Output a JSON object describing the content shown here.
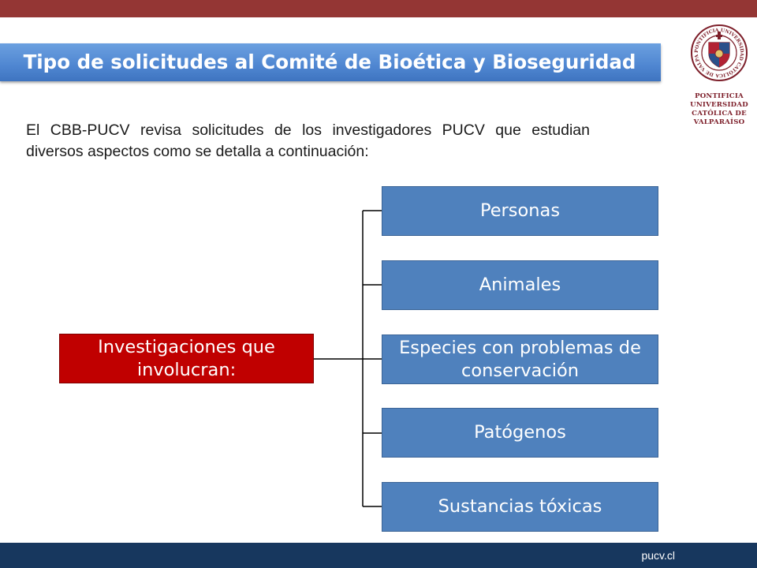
{
  "slide": {
    "title": "Tipo de solicitudes al Comité de Bioética y Bioseguridad",
    "intro": "El CBB-PUCV revisa solicitudes de los investigadores PUCV que estudian diversos aspectos como se detalla a continuación:",
    "footer_link": "pucv.cl"
  },
  "logo": {
    "lines": [
      "PONTIFICIA",
      "UNIVERSIDAD",
      "CATÓLICA DE",
      "VALPARAÍSO"
    ],
    "seal_text": "PONTIFICIA UNIVERSIDAD CATÓLICA DE VALPARAÍSO"
  },
  "diagram": {
    "root": "Investigaciones que involucran:",
    "branches": [
      "Personas",
      "Animales",
      "Especies con problemas de conservación",
      "Patógenos",
      "Sustancias tóxicas"
    ]
  },
  "colors": {
    "top_bar": "#943634",
    "bottom_bar": "#17375e",
    "title_banner": "#4f86d1",
    "root_box": "#c00000",
    "branch_box": "#4f81bd",
    "logo_red": "#7d1f2a"
  }
}
